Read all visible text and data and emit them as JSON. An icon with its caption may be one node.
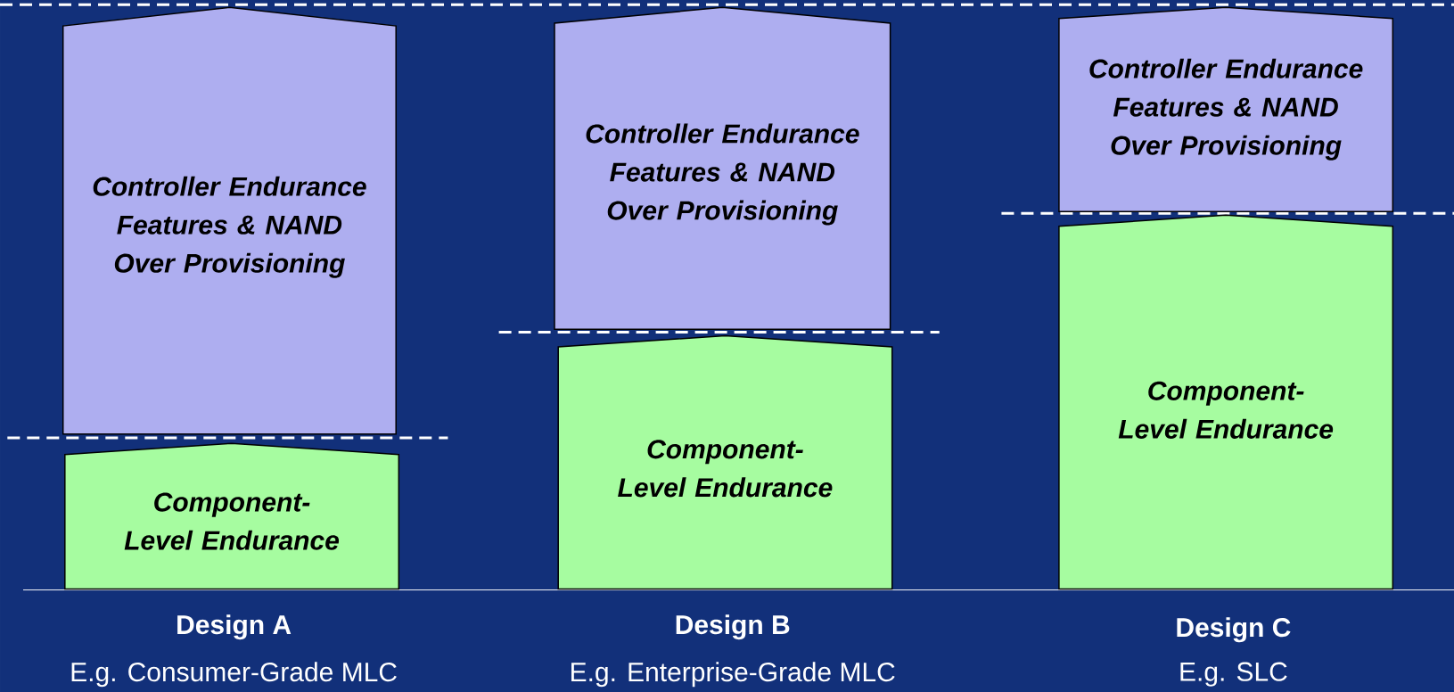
{
  "diagram": {
    "nodes": [
      {
        "text": [
          "Controller Endurance Features & NAND Over Provisioning"
        ]
      },
      {
        "text": [
          "Component-Level Endurance"
        ]
      },
      {
        "text": [
          "Controller Endurance Features & NAND Over Provisioning"
        ]
      },
      {
        "text": [
          "Component-Level Endurance"
        ]
      },
      {
        "text": [
          "Controller Endurance Features & NAND Over Provisioning"
        ]
      },
      {
        "text": [
          "Component-Level Endurance"
        ]
      }
    ],
    "labels": [
      "Design A",
      "Design B",
      "Design C",
      "E.g. Consumer-Grade MLC",
      "E.g. Enterprise-Grade MLC",
      "E.g. SLC"
    ]
  }
}
